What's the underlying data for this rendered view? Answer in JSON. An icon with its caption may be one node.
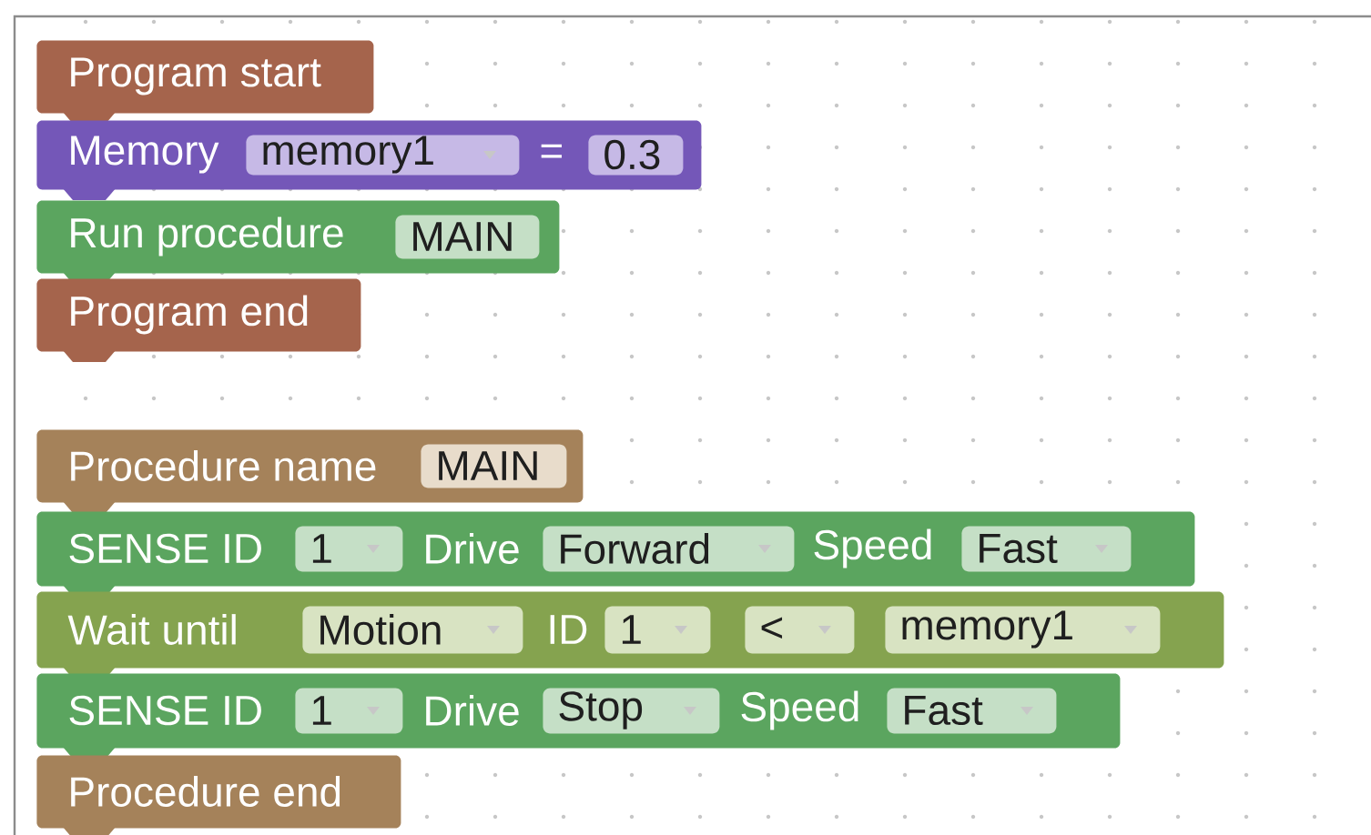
{
  "diagram": {
    "nodes": [
      {
        "text": [
          "Program start"
        ]
      },
      {
        "text": [
          "Memory",
          "="
        ]
      },
      {
        "text": [
          "memory1"
        ],
        "in": 1
      },
      {
        "text": [
          "0.3"
        ],
        "in": 1
      },
      {
        "text": [
          "Run procedure"
        ]
      },
      {
        "text": [
          "MAIN"
        ],
        "in": 4
      },
      {
        "text": [
          "Program end"
        ]
      },
      {
        "text": [
          "Procedure name"
        ]
      },
      {
        "text": [
          "MAIN"
        ],
        "in": 7
      },
      {
        "text": [
          "SENSE ID",
          "Drive",
          "Speed"
        ]
      },
      {
        "text": [
          "1"
        ],
        "in": 9
      },
      {
        "text": [
          "Forward"
        ],
        "in": 9
      },
      {
        "text": [
          "Fast"
        ],
        "in": 9
      },
      {
        "text": [
          "Wait until",
          "ID"
        ]
      },
      {
        "text": [
          "Motion"
        ],
        "in": 13
      },
      {
        "text": [
          "1"
        ],
        "in": 13
      },
      {
        "text": [
          "<"
        ],
        "in": 13
      },
      {
        "text": [
          "memory1"
        ],
        "in": 13
      },
      {
        "text": [
          "SENSE ID",
          "Drive",
          "Speed"
        ]
      },
      {
        "text": [
          "1"
        ],
        "in": 18
      },
      {
        "text": [
          "Stop"
        ],
        "in": 18
      },
      {
        "text": [
          "Fast"
        ],
        "in": 18
      },
      {
        "text": [
          "Procedure end"
        ]
      }
    ]
  }
}
